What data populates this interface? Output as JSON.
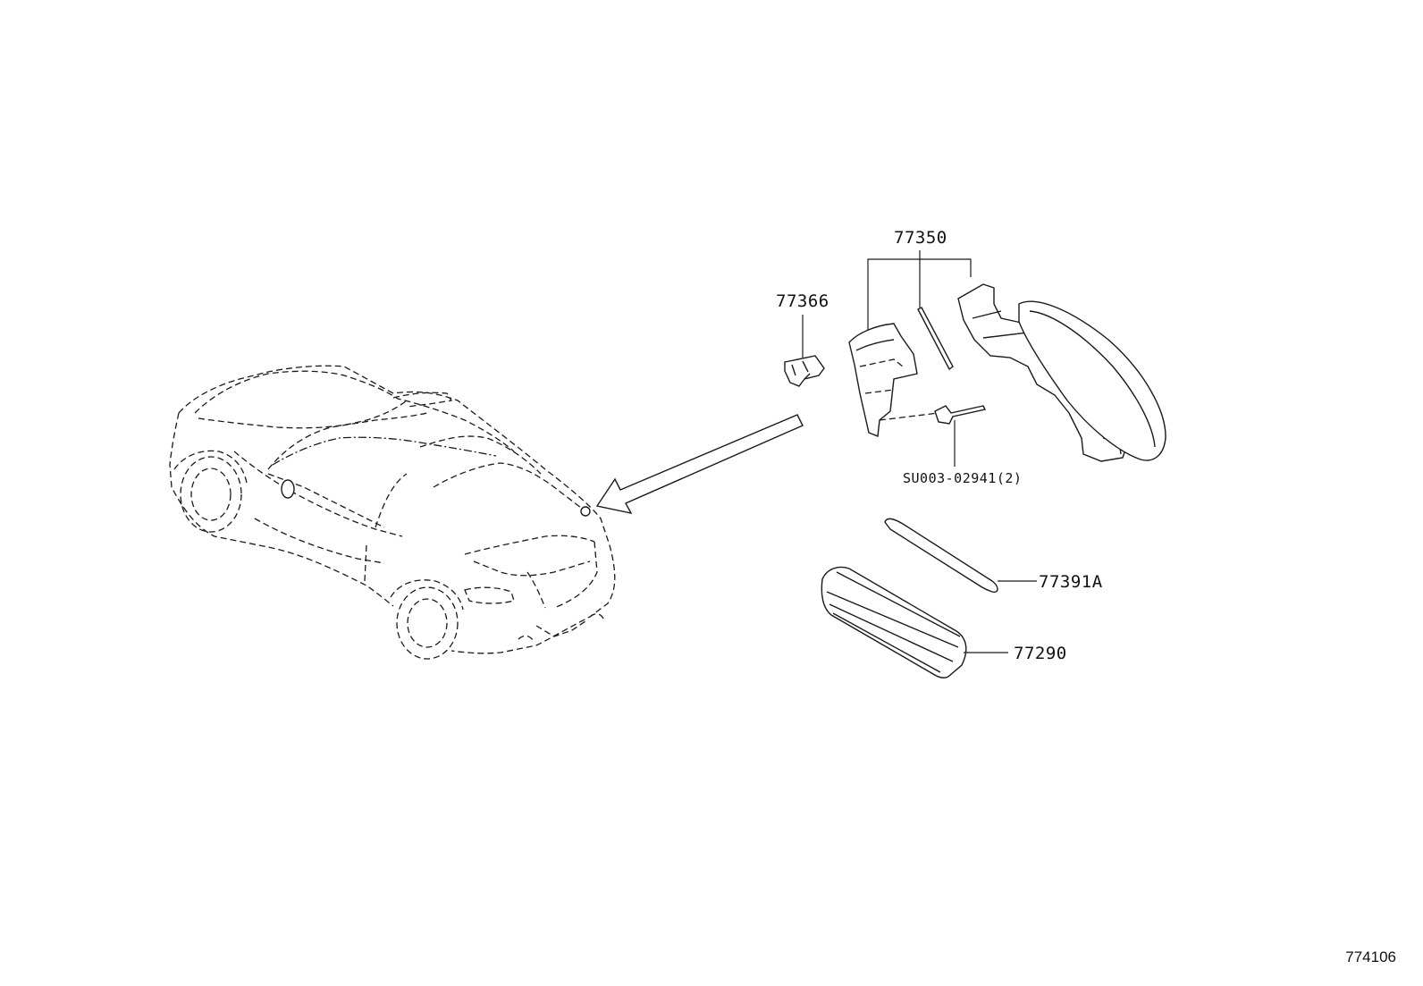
{
  "diagram": {
    "parts": [
      {
        "id": "p77350",
        "label": "77350"
      },
      {
        "id": "p77366",
        "label": "77366"
      },
      {
        "id": "pSU003",
        "label": "SU003-02941(2)"
      },
      {
        "id": "p77391A",
        "label": "77391A"
      },
      {
        "id": "p77290",
        "label": "77290"
      }
    ],
    "drawing_number": "774106"
  },
  "colors": {
    "line": "#1a1a1a",
    "background": "#ffffff"
  }
}
